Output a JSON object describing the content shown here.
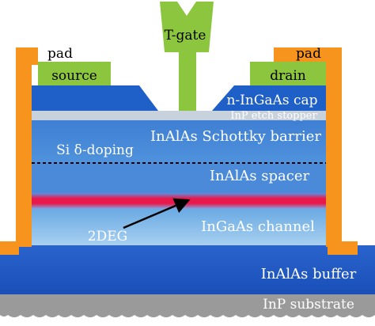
{
  "title": "",
  "labels": {
    "t_gate": "T-gate",
    "pad_left": "pad",
    "pad_right": "pad",
    "source": "source",
    "drain": "drain",
    "cap": "n-InGaAs cap",
    "etch_stopper": "InP etch stopper",
    "schottky": "InAlAs Schottky barrier",
    "si_doping": "Si δ-doping",
    "spacer": "InAlAs spacer",
    "channel": "InGaAs channel",
    "twodeg": "2DEG",
    "buffer": "InAlAs buffer",
    "substrate": "InP substrate"
  },
  "colors": {
    "metal_pad": "#f7941d",
    "contact": "#8cc63f",
    "cap": "#1f5fc8",
    "etch_stopper": "#c8d2dc",
    "schottky": "#4a8ad8",
    "spacer": "#4a8ad8",
    "channel": "#7db8e8",
    "twodeg": "#e8184a",
    "buffer": "#1e55c0",
    "substrate": "#9a9a9a"
  }
}
